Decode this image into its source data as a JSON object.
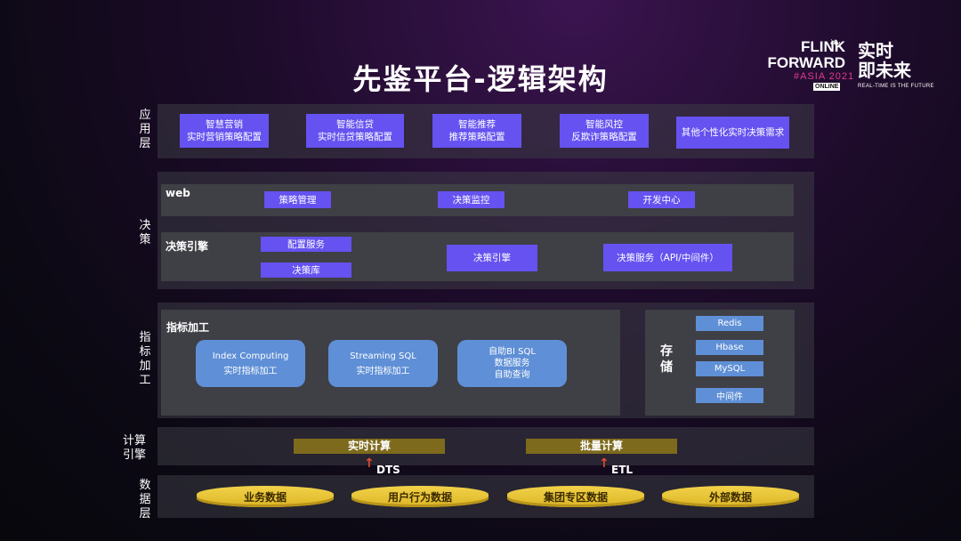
{
  "title": "先鉴平台-逻辑架构",
  "logo": {
    "line1": "FLINK",
    "line2": "FORWARD",
    "asia": "#ASIA 2021",
    "online": "ONLINE",
    "cn1": "实时",
    "cn2": "即未来",
    "sub": "REAL-TIME IS THE FUTURE"
  },
  "layers": {
    "app": "应用层",
    "decision": "决策",
    "indicator": "指标加工",
    "compute": "计算引擎",
    "data": "数据层"
  },
  "app_boxes": [
    {
      "l1": "智慧营销",
      "l2": "实时营销策略配置"
    },
    {
      "l1": "智能信贷",
      "l2": "实时信贷策略配置"
    },
    {
      "l1": "智能推荐",
      "l2": "推荐策略配置"
    },
    {
      "l1": "智能风控",
      "l2": "反欺诈策略配置"
    },
    {
      "l1": "其他个性化实时决策需求",
      "l2": ""
    }
  ],
  "web": {
    "label": "web",
    "items": [
      "策略管理",
      "决策监控",
      "开发中心"
    ]
  },
  "engine": {
    "label": "决策引擎",
    "config": "配置服务",
    "lib": "决策库",
    "engine": "决策引擎",
    "service": "决策服务（API/中间件）"
  },
  "indicator": {
    "label": "指标加工",
    "boxes": [
      {
        "l1": "Index Computing",
        "l2": "实时指标加工",
        "l3": ""
      },
      {
        "l1": "Streaming SQL",
        "l2": "实时指标加工",
        "l3": ""
      },
      {
        "l1": "自助BI SQL",
        "l2": "数据服务",
        "l3": "自助查询"
      }
    ]
  },
  "storage": {
    "label": "存储",
    "items": [
      "Redis",
      "Hbase",
      "MySQL",
      "中间件"
    ]
  },
  "compute": {
    "realtime": "实时计算",
    "batch": "批量计算",
    "dts": "DTS",
    "etl": "ETL"
  },
  "data_sources": [
    "业务数据",
    "用户行为数据",
    "集团专区数据",
    "外部数据"
  ],
  "colors": {
    "purple": "#6552f0",
    "light_blue": "#5f8fd6",
    "gold": "#dcb525",
    "arrow": "#e24b2f"
  }
}
